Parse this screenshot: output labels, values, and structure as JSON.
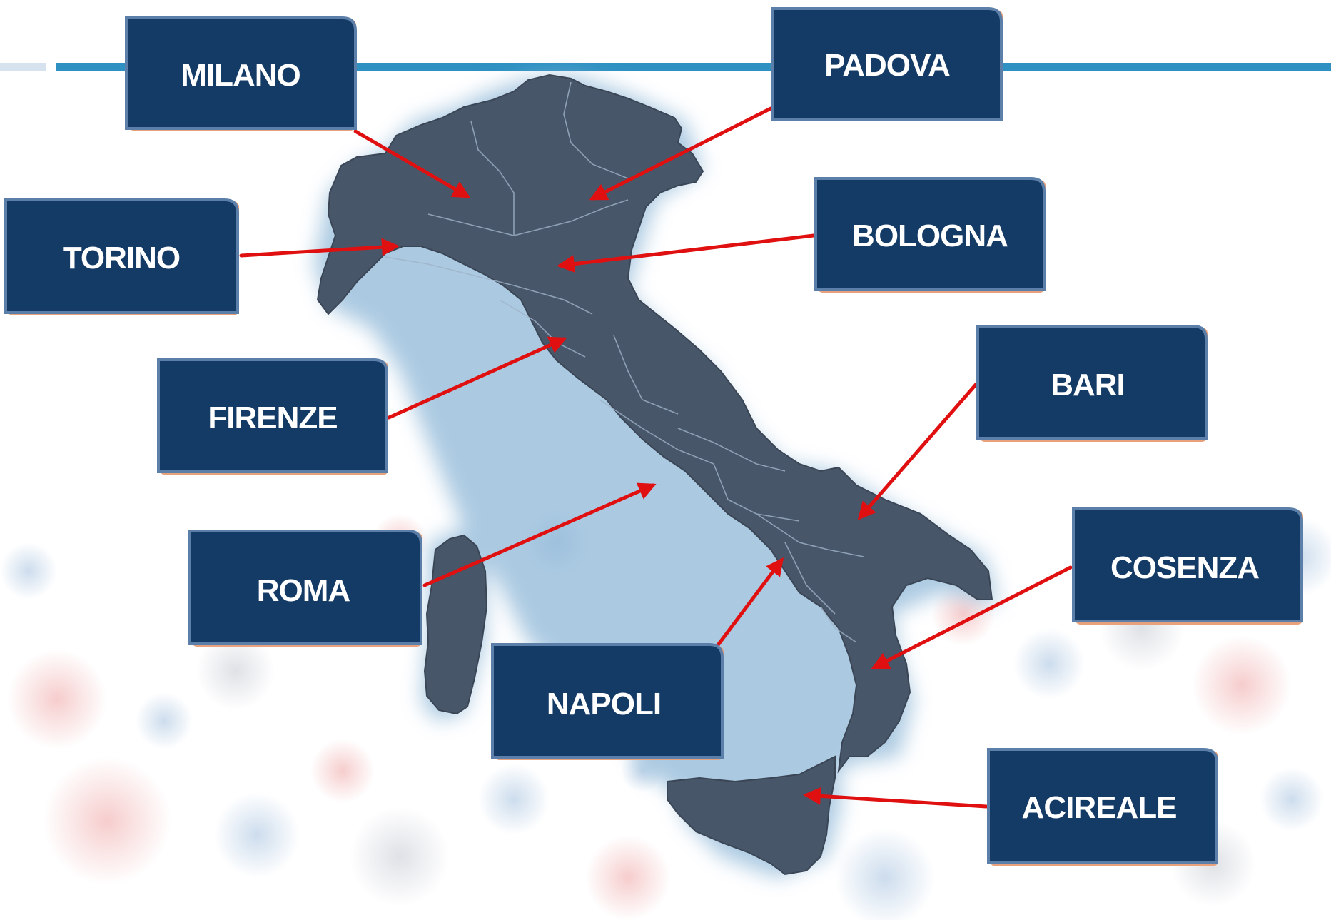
{
  "colors": {
    "box_fill": "#143a66",
    "box_border": "#5b7fa8",
    "box_underline": "#e8a17a",
    "arrow": "#e01010",
    "land": "#48566a",
    "region_border": "#9fb3c8",
    "halo": "#8fb8d8",
    "rule_line": "#2e91c2"
  },
  "labels": {
    "milano": "MILANO",
    "padova": "PADOVA",
    "torino": "TORINO",
    "bologna": "BOLOGNA",
    "firenze": "FIRENZE",
    "bari": "BARI",
    "roma": "ROMA",
    "cosenza": "COSENZA",
    "napoli": "NAPOLI",
    "acireale": "ACIREALE"
  }
}
